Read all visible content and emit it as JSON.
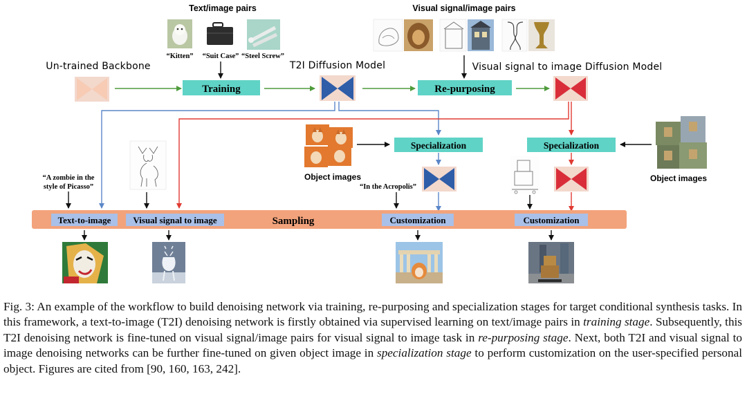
{
  "figure": {
    "labels": {
      "text_image_pairs": "Text/image pairs",
      "visual_signal_image_pairs": "Visual signal/image pairs",
      "kitten": "“Kitten”",
      "suit_case": "“Suit Case”",
      "steel_screw": "“Steel Screw”",
      "untrained_backbone": "Un-trained Backbone",
      "t2i_model": "T2I Diffusion Model",
      "vs_model": "Visual signal to image Diffusion Model",
      "training": "Training",
      "repurposing": "Re-purposing",
      "specialization_1": "Specialization",
      "specialization_2": "Specialization",
      "object_images_1": "Object images",
      "object_images_2": "Object images",
      "zombie_line1": "“A zombie in the",
      "zombie_line2": "style of Picasso”",
      "acropolis": "“In the Acropolis”",
      "sampling": "Sampling",
      "text_to_image": "Text-to-image",
      "visual_signal_to_image": "Visual signal to image",
      "customization_1": "Customization",
      "customization_2": "Customization"
    },
    "colors": {
      "green_arrow": "#4f9b3c",
      "blue_arrow": "#5b87c9",
      "red_arrow": "#e03a32",
      "teal_box": "#5fd3c6",
      "sampling_bar": "#f2a37c",
      "label_box": "#a9c0e8",
      "blue_bowtie": "#2f5da8",
      "red_bowtie": "#d92e3a",
      "peach_bowtie": "#f7d0bd",
      "bowtie_bg": "#f3d8cc"
    }
  },
  "caption": {
    "p1": "Fig. 3: An example of the workflow to build denoising network via training, re-purposing and specialization stages for target conditional synthesis tasks. In this framework, a text-to-image (T2I) denoising network is firstly obtained via supervised learning on text/image pairs in ",
    "e1": "training stage",
    "p2": ". Subsequently, this T2I denoising network is fine-tuned on visual signal/image pairs for visual signal to image task in ",
    "e2": "re-purposing stage",
    "p3": ". Next, both T2I and visual signal to image denoising networks can be further fine-tuned on given object image in ",
    "e3": "specialization stage",
    "p4": " to perform customization on the user-specified personal object. Figures are cited from [90, 160, 163, 242]."
  }
}
